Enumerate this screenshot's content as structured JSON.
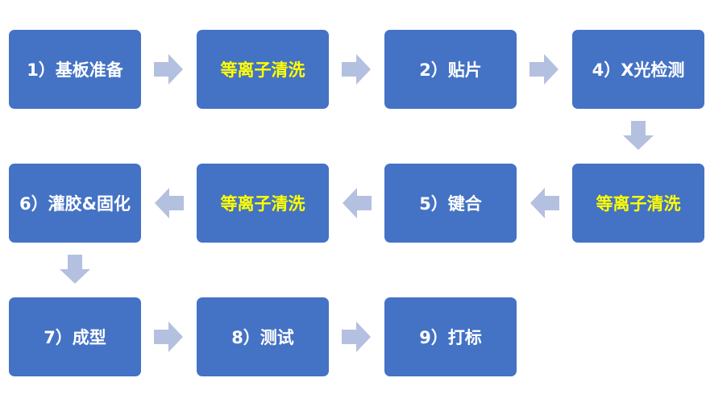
{
  "steps": [
    {
      "label": "1）基板准备",
      "highlight": false
    },
    {
      "label": "等离子清洗",
      "highlight": true
    },
    {
      "label": "2）贴片",
      "highlight": false
    },
    {
      "label": "4）X光检测",
      "highlight": false
    },
    {
      "label": "等离子清洗",
      "highlight": true
    },
    {
      "label": "5）键合",
      "highlight": false
    },
    {
      "label": "等离子清洗",
      "highlight": true
    },
    {
      "label": "6）灌胶&固化",
      "highlight": false
    },
    {
      "label": "7）成型",
      "highlight": false
    },
    {
      "label": "8）测试",
      "highlight": false
    },
    {
      "label": "9）打标",
      "highlight": false
    }
  ],
  "colors": {
    "box_fill": "#4472c4",
    "box_text": "#ffffff",
    "highlight_text": "#ffff00",
    "arrow_fill": "#b4c0df"
  }
}
